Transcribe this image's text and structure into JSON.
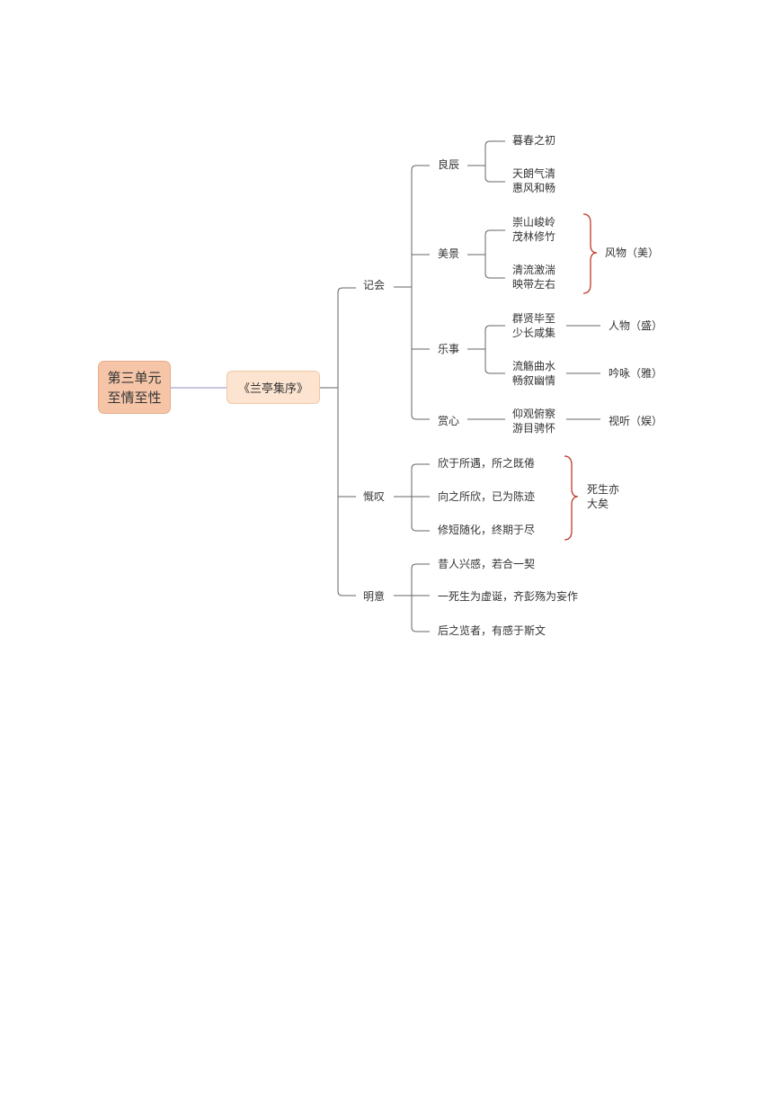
{
  "colors": {
    "root_fill": "#f6c5a8",
    "title_fill": "#fde4d0",
    "line": "#666666",
    "root_link": "#8e8ec0",
    "brace": "#c0392b"
  },
  "root": {
    "line1": "第三单元",
    "line2": "至情至性"
  },
  "title": "《兰亭集序》",
  "branches": {
    "jihui": {
      "label": "记会",
      "liangchen": {
        "label": "良辰",
        "item1": "暮春之初",
        "item2_line1": "天朗气清",
        "item2_line2": "惠风和畅"
      },
      "meijing": {
        "label": "美景",
        "item1_line1": "崇山峻岭",
        "item1_line2": "茂林修竹",
        "item2_line1": "清流激湍",
        "item2_line2": "映带左右",
        "brace_label": "风物（美）"
      },
      "leshi": {
        "label": "乐事",
        "item1_line1": "群贤毕至",
        "item1_line2": "少长咸集",
        "item1_note": "人物（盛）",
        "item2_line1": "流觞曲水",
        "item2_line2": "畅叙幽情",
        "item2_note": "吟咏（雅）"
      },
      "shangxin": {
        "label": "赏心",
        "item1_line1": "仰观俯察",
        "item1_line2": "游目骋怀",
        "item1_note": "视听（娱）"
      }
    },
    "kaitan": {
      "label": "慨叹",
      "item1": "欣于所遇，所之既倦",
      "item2": "向之所欣，已为陈迹",
      "item3": "修短随化，终期于尽",
      "brace_line1": "死生亦",
      "brace_line2": "大矣"
    },
    "mingyi": {
      "label": "明意",
      "item1": "昔人兴感，若合一契",
      "item2": "一死生为虚诞，齐彭殇为妄作",
      "item3": "后之览者，有感于斯文"
    }
  }
}
